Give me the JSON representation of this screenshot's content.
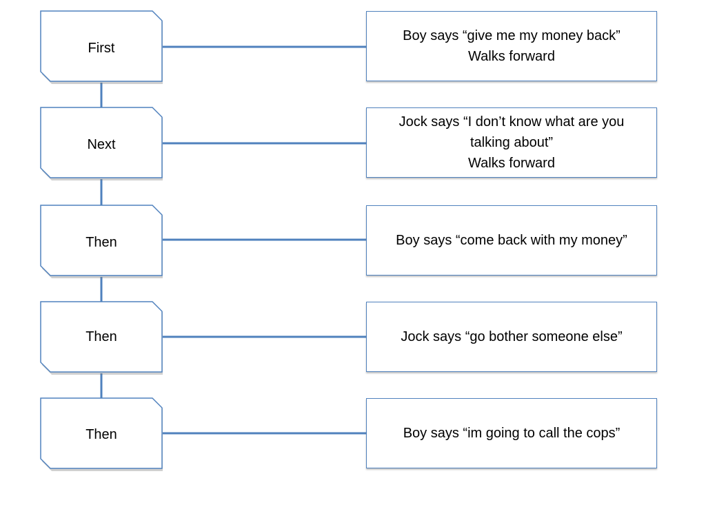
{
  "colors": {
    "accent": "#4f81bd",
    "connector": "#4f81bd",
    "box_fill": "#ffffff",
    "text": "#000000"
  },
  "steps": [
    {
      "label": "First",
      "detail": [
        "Boy says “give me my money back”",
        "Walks forward"
      ]
    },
    {
      "label": "Next",
      "detail": [
        "Jock says “I don’t know what are you",
        "talking about”",
        "Walks forward"
      ]
    },
    {
      "label": "Then",
      "detail": [
        "Boy says “come back with my money”"
      ]
    },
    {
      "label": "Then",
      "detail": [
        "Jock says “go bother someone else”"
      ]
    },
    {
      "label": "Then",
      "detail": [
        "Boy says “im going to call the cops”"
      ]
    }
  ]
}
